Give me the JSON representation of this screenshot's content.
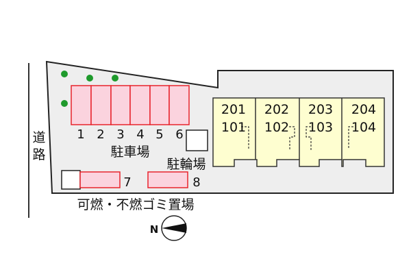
{
  "road": {
    "label_line1": "道",
    "label_line2": "路"
  },
  "parking": {
    "label": "駐車場",
    "spaces": [
      {
        "number": "1"
      },
      {
        "number": "2"
      },
      {
        "number": "3"
      },
      {
        "number": "4"
      },
      {
        "number": "5"
      },
      {
        "number": "6"
      },
      {
        "number": "7"
      },
      {
        "number": "8"
      }
    ]
  },
  "bicycle_parking": {
    "label": "駐輪場"
  },
  "garbage_area": {
    "label": "可燃・不燃ゴミ置場"
  },
  "units": [
    {
      "upper": "201",
      "lower": "101"
    },
    {
      "upper": "202",
      "lower": "102"
    },
    {
      "upper": "203",
      "lower": "103"
    },
    {
      "upper": "204",
      "lower": "104"
    }
  ],
  "compass": {
    "label": "N"
  },
  "colors": {
    "lot": "#eeeeee",
    "building": "#fefed0",
    "parking_fill": "#fbd3de",
    "parking_stroke": "#e8232b",
    "tree": "#1e9a2c"
  }
}
